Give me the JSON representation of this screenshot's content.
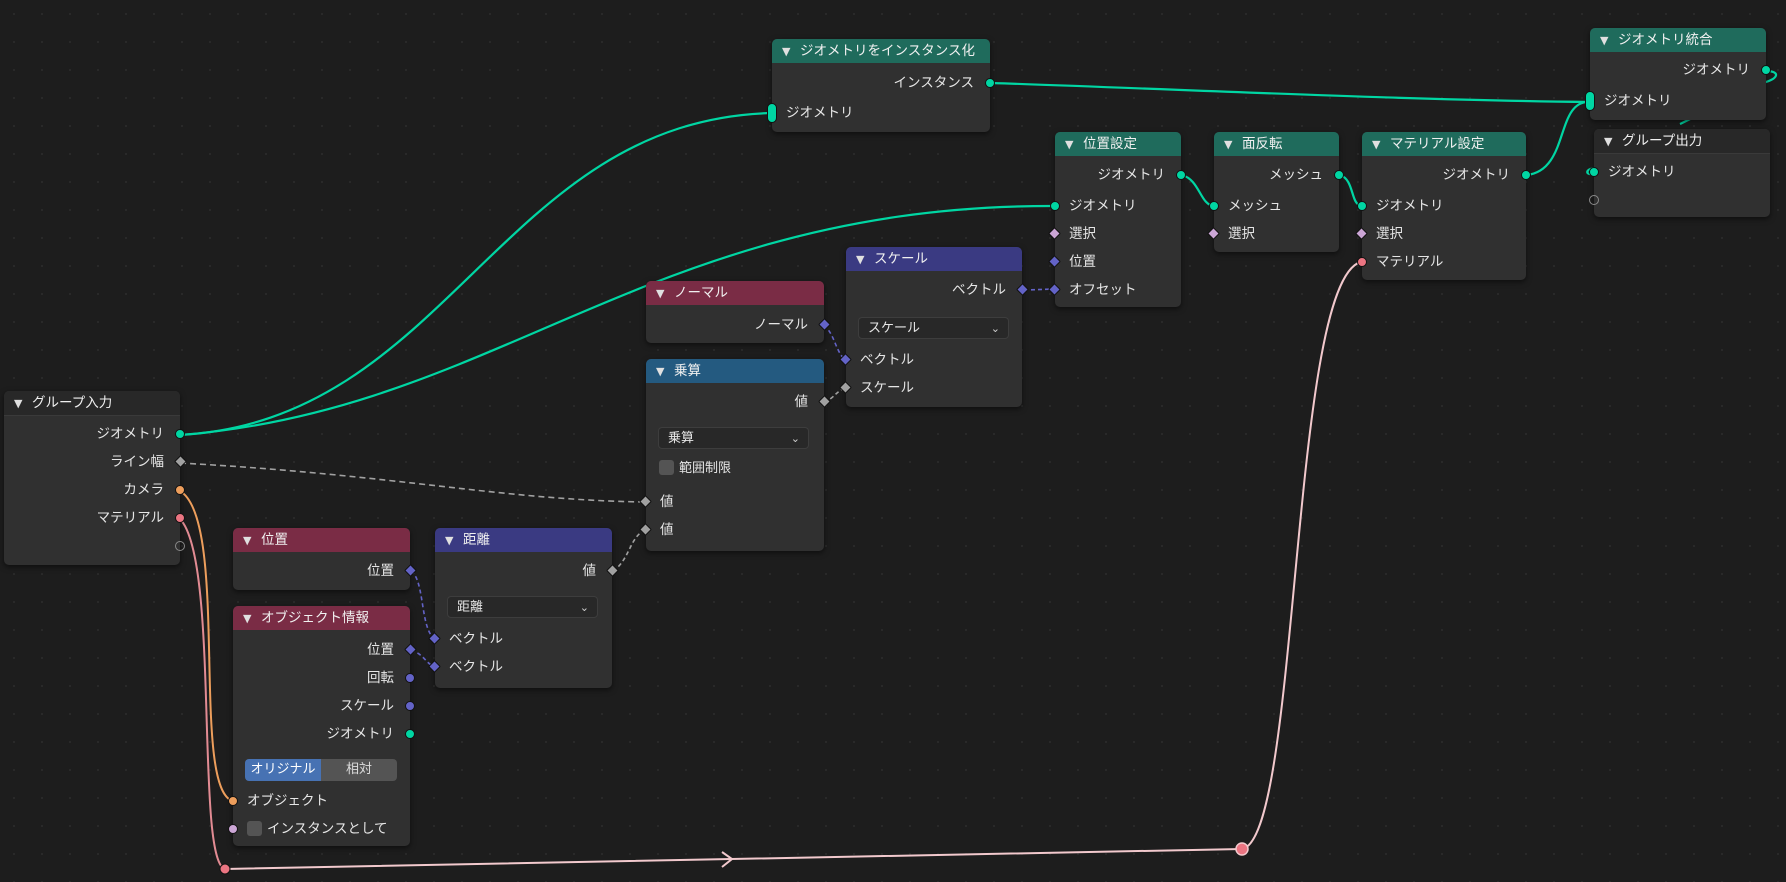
{
  "nodes": {
    "group_input": {
      "title": "グループ入力",
      "outputs": [
        "ジオメトリ",
        "ライン幅",
        "カメラ",
        "マテリアル"
      ]
    },
    "instance": {
      "title": "ジオメトリをインスタンス化",
      "output": "インスタンス",
      "input": "ジオメトリ"
    },
    "join": {
      "title": "ジオメトリ統合",
      "output": "ジオメトリ",
      "input": "ジオメトリ"
    },
    "group_output": {
      "title": "グループ出力",
      "input": "ジオメトリ"
    },
    "set_position": {
      "title": "位置設定",
      "output": "ジオメトリ",
      "inputs": [
        "ジオメトリ",
        "選択",
        "位置",
        "オフセット"
      ]
    },
    "flip_faces": {
      "title": "面反転",
      "output": "メッシュ",
      "inputs": [
        "メッシュ",
        "選択"
      ]
    },
    "set_material": {
      "title": "マテリアル設定",
      "output": "ジオメトリ",
      "inputs": [
        "ジオメトリ",
        "選択",
        "マテリアル"
      ]
    },
    "normal": {
      "title": "ノーマル",
      "output": "ノーマル"
    },
    "scale": {
      "title": "スケール",
      "output": "ベクトル",
      "mode": "スケール",
      "inputs": [
        "ベクトル",
        "スケール"
      ]
    },
    "multiply": {
      "title": "乗算",
      "output": "値",
      "mode": "乗算",
      "clamp": "範囲制限",
      "inputs": [
        "値",
        "値"
      ]
    },
    "position": {
      "title": "位置",
      "output": "位置"
    },
    "distance": {
      "title": "距離",
      "output": "値",
      "mode": "距離",
      "inputs": [
        "ベクトル",
        "ベクトル"
      ]
    },
    "object_info": {
      "title": "オブジェクト情報",
      "outputs": [
        "位置",
        "回転",
        "スケール",
        "ジオメトリ"
      ],
      "toggle": [
        "オリジナル",
        "相対"
      ],
      "inputs": [
        "オブジェクト",
        "インスタンスとして"
      ]
    }
  },
  "colors": {
    "geometry": "#00d6a3",
    "float": "#a1a1a1",
    "vector": "#6363c7",
    "object": "#ed9e5c",
    "material": "#eb7582",
    "bool": "#cca6d6",
    "header_geometry": "#1f6b5c",
    "header_attribute": "#7a2c45",
    "header_vector": "#3a3a82",
    "header_converter": "#245a80"
  }
}
